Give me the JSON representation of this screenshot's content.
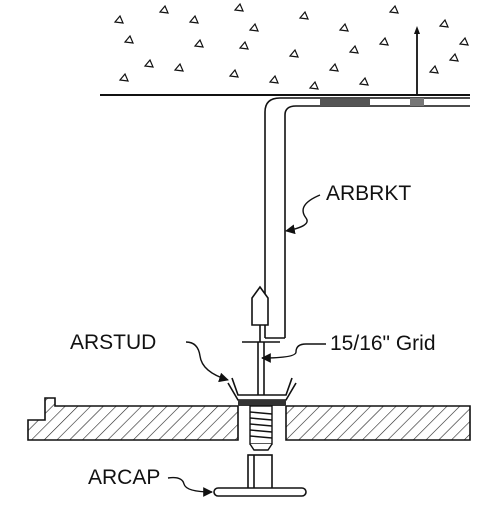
{
  "labels": {
    "bracket": "ARBRKT",
    "stud": "ARSTUD",
    "grid": "15/16\" Grid",
    "cap": "ARCAP"
  }
}
